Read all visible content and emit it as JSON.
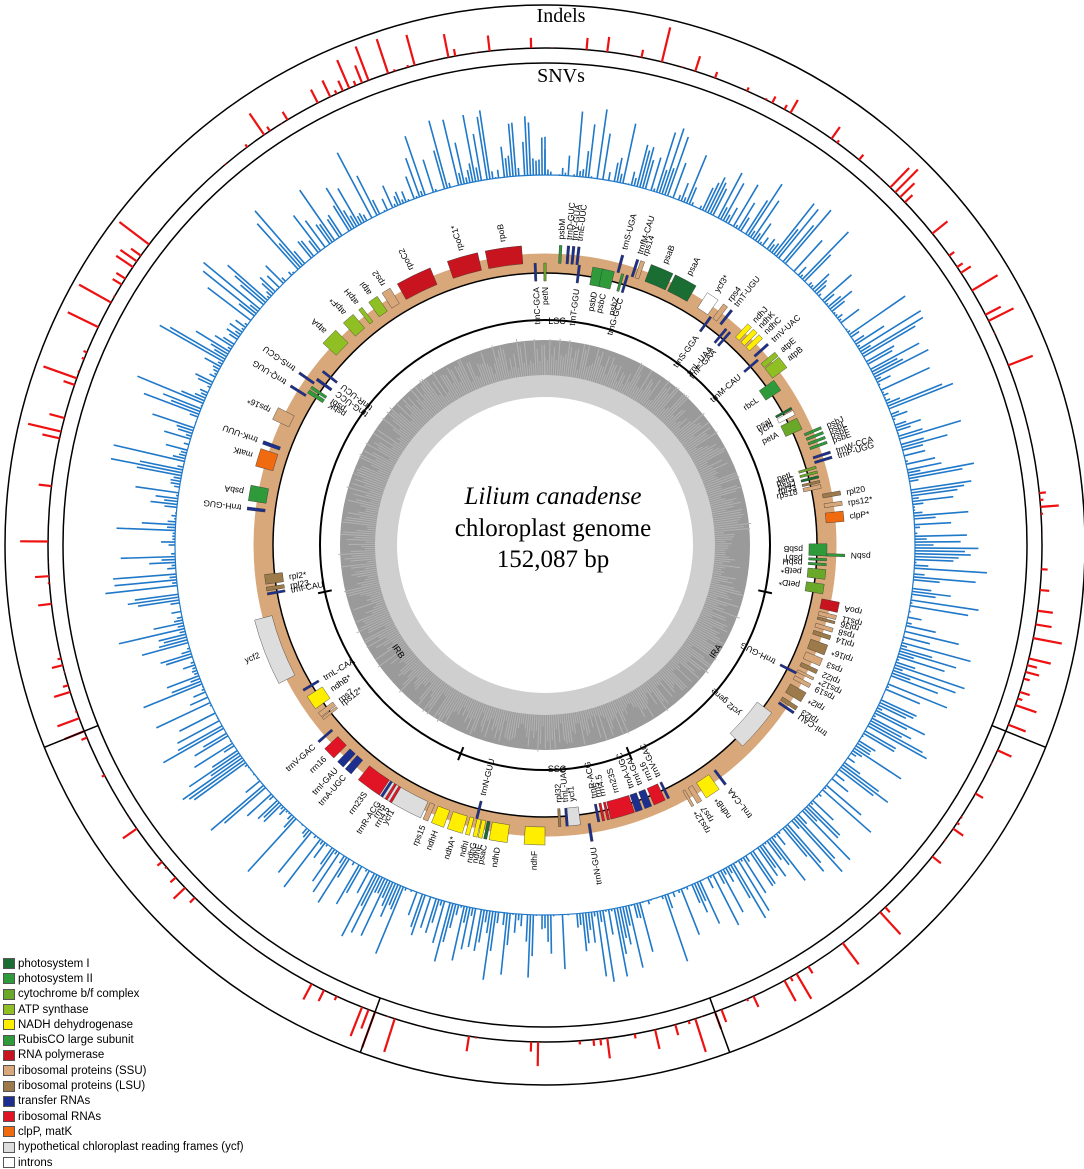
{
  "rings": {
    "indels_label": "Indels",
    "snvs_label": "SNVs",
    "indel_color": "#ee1111",
    "snv_color": "#1f78c8"
  },
  "center": {
    "species": "Lilium canadense",
    "subtitle": "chloroplast genome",
    "size": "152,087 bp"
  },
  "regions": {
    "lsc": "LSC",
    "ira": "IRA",
    "ssc": "SSC",
    "irb": "IRB"
  },
  "genes": [
    {
      "name": "psbA",
      "angle": -80,
      "color": "#2f9a3a",
      "span": 3,
      "out": true
    },
    {
      "name": "trnH-GUG",
      "angle": -83,
      "color": "#1c2f8f",
      "span": 0.6,
      "out": true
    },
    {
      "name": "matK",
      "angle": -73,
      "color": "#f06a10",
      "span": 3.5,
      "out": true
    },
    {
      "name": "trnK-UUU",
      "angle": -70,
      "color": "#1c2f8f",
      "span": 0.7,
      "out": true
    },
    {
      "name": "rps16*",
      "angle": -64,
      "color": "#d9a87a",
      "span": 2.5,
      "out": true
    },
    {
      "name": "trnQ-UUG",
      "angle": -58,
      "color": "#1c2f8f",
      "span": 0.5,
      "out": true
    },
    {
      "name": "trnS-GCU",
      "angle": -55,
      "color": "#1c2f8f",
      "span": 0.5,
      "out": true
    },
    {
      "name": "psbK",
      "angle": -57,
      "color": "#2f9a3a",
      "span": 0.8,
      "out": false
    },
    {
      "name": "psbI",
      "angle": -56,
      "color": "#2f9a3a",
      "span": 0.6,
      "out": false
    },
    {
      "name": "trnG-UCC",
      "angle": -54,
      "color": "#1c2f8f",
      "span": 0.6,
      "out": false
    },
    {
      "name": "trnR-UCU",
      "angle": -52,
      "color": "#1c2f8f",
      "span": 0.5,
      "out": false
    },
    {
      "name": "atpA",
      "angle": -46,
      "color": "#8fbf22",
      "span": 3.5,
      "out": true
    },
    {
      "name": "atpF*",
      "angle": -41,
      "color": "#8fbf22",
      "span": 2.5,
      "out": true
    },
    {
      "name": "atpH",
      "angle": -38,
      "color": "#8fbf22",
      "span": 0.8,
      "out": true
    },
    {
      "name": "atpI",
      "angle": -35,
      "color": "#8fbf22",
      "span": 2,
      "out": true
    },
    {
      "name": "rps2",
      "angle": -32,
      "color": "#d9a87a",
      "span": 1.8,
      "out": true
    },
    {
      "name": "rpoC2",
      "angle": -26,
      "color": "#c8141e",
      "span": 7,
      "out": true
    },
    {
      "name": "rpoC1*",
      "angle": -16,
      "color": "#c8141e",
      "span": 6,
      "out": true
    },
    {
      "name": "rpoB",
      "angle": -8,
      "color": "#c8141e",
      "span": 7,
      "out": true
    },
    {
      "name": "trnC-GCA",
      "angle": -2,
      "color": "#1c2f8f",
      "span": 0.5,
      "out": false
    },
    {
      "name": "petN",
      "angle": 0,
      "color": "#6aa82a",
      "span": 0.5,
      "out": false
    },
    {
      "name": "psbM",
      "angle": 3,
      "color": "#2f9a3a",
      "span": 0.5,
      "out": true
    },
    {
      "name": "trnD-GUC",
      "angle": 4.5,
      "color": "#1c2f8f",
      "span": 0.5,
      "out": true
    },
    {
      "name": "trnY-GUA",
      "angle": 5.5,
      "color": "#1c2f8f",
      "span": 0.5,
      "out": true
    },
    {
      "name": "trnE-UUC",
      "angle": 6.5,
      "color": "#1c2f8f",
      "span": 0.5,
      "out": true
    },
    {
      "name": "trnT-GGU",
      "angle": 7,
      "color": "#1c2f8f",
      "span": 0.5,
      "out": false
    },
    {
      "name": "psbD",
      "angle": 11,
      "color": "#2f9a3a",
      "span": 2.5,
      "out": false
    },
    {
      "name": "psbC",
      "angle": 13,
      "color": "#2f9a3a",
      "span": 2.5,
      "out": false
    },
    {
      "name": "trnS-UGA",
      "angle": 15,
      "color": "#1c2f8f",
      "span": 0.5,
      "out": true
    },
    {
      "name": "psbZ",
      "angle": 16,
      "color": "#2f9a3a",
      "span": 0.5,
      "out": false
    },
    {
      "name": "trnG-GCC",
      "angle": 17,
      "color": "#1c2f8f",
      "span": 0.5,
      "out": false
    },
    {
      "name": "trnfM-CAU",
      "angle": 18,
      "color": "#1c2f8f",
      "span": 0.5,
      "out": true
    },
    {
      "name": "rps14",
      "angle": 19,
      "color": "#d9a87a",
      "span": 0.8,
      "out": true
    },
    {
      "name": "psaB",
      "angle": 23,
      "color": "#1a6d33",
      "span": 4.5,
      "out": true
    },
    {
      "name": "psaA",
      "angle": 28,
      "color": "#1a6d33",
      "span": 4.5,
      "out": true
    },
    {
      "name": "ycf3*",
      "angle": 34,
      "color": "#ffffff",
      "span": 2.5,
      "out": true
    },
    {
      "name": "trnS-GGA",
      "angle": 36,
      "color": "#1c2f8f",
      "span": 0.5,
      "out": false
    },
    {
      "name": "rps4",
      "angle": 37,
      "color": "#d9a87a",
      "span": 1,
      "out": true
    },
    {
      "name": "trnT-UGU",
      "angle": 38.5,
      "color": "#1c2f8f",
      "span": 0.5,
      "out": true
    },
    {
      "name": "trnL-UAA",
      "angle": 40,
      "color": "#1c2f8f",
      "span": 0.5,
      "out": false
    },
    {
      "name": "trnF-GAA",
      "angle": 41,
      "color": "#1c2f8f",
      "span": 0.5,
      "out": false
    },
    {
      "name": "ndhJ",
      "angle": 43,
      "color": "#ffee00",
      "span": 1,
      "out": true
    },
    {
      "name": "ndhK",
      "angle": 44.5,
      "color": "#ffee00",
      "span": 1,
      "out": true
    },
    {
      "name": "ndhC",
      "angle": 46,
      "color": "#ffee00",
      "span": 1,
      "out": true
    },
    {
      "name": "trnV-UAC",
      "angle": 48,
      "color": "#1c2f8f",
      "span": 0.5,
      "out": true
    },
    {
      "name": "trnM-CAU",
      "angle": 49,
      "color": "#1c2f8f",
      "span": 0.5,
      "out": false
    },
    {
      "name": "atpE",
      "angle": 50.5,
      "color": "#8fbf22",
      "span": 1,
      "out": true
    },
    {
      "name": "atpB",
      "angle": 52.5,
      "color": "#8fbf22",
      "span": 2.5,
      "out": true
    },
    {
      "name": "rbcL",
      "angle": 55.5,
      "color": "#2f9a3a",
      "span": 2.5,
      "out": false
    },
    {
      "name": "psaI",
      "angle": 61,
      "color": "#1a6d33",
      "span": 0.5,
      "out": false
    },
    {
      "name": "ycf4",
      "angle": 62,
      "color": "#ffffff",
      "span": 1,
      "out": false
    },
    {
      "name": "petA",
      "angle": 64.5,
      "color": "#6aa82a",
      "span": 2.5,
      "out": false
    },
    {
      "name": "psbJ",
      "angle": 67,
      "color": "#2f9a3a",
      "span": 0.5,
      "out": true
    },
    {
      "name": "psbL",
      "angle": 68,
      "color": "#2f9a3a",
      "span": 0.5,
      "out": true
    },
    {
      "name": "psbF",
      "angle": 69,
      "color": "#2f9a3a",
      "span": 0.5,
      "out": true
    },
    {
      "name": "psbE",
      "angle": 70,
      "color": "#2f9a3a",
      "span": 0.5,
      "out": true
    },
    {
      "name": "trnW-CCA",
      "angle": 72,
      "color": "#1c2f8f",
      "span": 0.5,
      "out": true
    },
    {
      "name": "trnP-UGG",
      "angle": 73,
      "color": "#1c2f8f",
      "span": 0.5,
      "out": true
    },
    {
      "name": "petL",
      "angle": 74,
      "color": "#6aa82a",
      "span": 0.5,
      "out": false
    },
    {
      "name": "petG",
      "angle": 75,
      "color": "#6aa82a",
      "span": 0.5,
      "out": false
    },
    {
      "name": "psaJ",
      "angle": 76,
      "color": "#1a6d33",
      "span": 0.5,
      "out": false
    },
    {
      "name": "rpl33",
      "angle": 77,
      "color": "#9c7a4a",
      "span": 0.5,
      "out": false
    },
    {
      "name": "rps18",
      "angle": 78,
      "color": "#d9a87a",
      "span": 0.8,
      "out": false
    },
    {
      "name": "rpl20",
      "angle": 80,
      "color": "#9c7a4a",
      "span": 0.8,
      "out": true
    },
    {
      "name": "rps12*",
      "angle": 82,
      "color": "#d9a87a",
      "span": 0.8,
      "out": true
    },
    {
      "name": "clpP*",
      "angle": 84.5,
      "color": "#f06a10",
      "span": 2,
      "out": true
    },
    {
      "name": "psbB",
      "angle": 91,
      "color": "#2f9a3a",
      "span": 2.5,
      "out": false
    },
    {
      "name": "psbN",
      "angle": 92,
      "color": "#2f9a3a",
      "span": 0.5,
      "out": true
    },
    {
      "name": "psbT",
      "angle": 93,
      "color": "#2f9a3a",
      "span": 0.5,
      "out": false
    },
    {
      "name": "psbH",
      "angle": 94,
      "color": "#2f9a3a",
      "span": 0.5,
      "out": false
    },
    {
      "name": "petB*",
      "angle": 96,
      "color": "#6aa82a",
      "span": 2,
      "out": false
    },
    {
      "name": "petD*",
      "angle": 99,
      "color": "#6aa82a",
      "span": 2,
      "out": false
    },
    {
      "name": "rpoA",
      "angle": 102,
      "color": "#c8141e",
      "span": 2,
      "out": true
    },
    {
      "name": "rps11",
      "angle": 104,
      "color": "#d9a87a",
      "span": 0.8,
      "out": true
    },
    {
      "name": "rpl36",
      "angle": 105,
      "color": "#9c7a4a",
      "span": 0.5,
      "out": true
    },
    {
      "name": "rps8",
      "angle": 106.5,
      "color": "#d9a87a",
      "span": 0.8,
      "out": true
    },
    {
      "name": "rpl14",
      "angle": 108,
      "color": "#9c7a4a",
      "span": 0.8,
      "out": true
    },
    {
      "name": "rpl16*",
      "angle": 110.5,
      "color": "#9c7a4a",
      "span": 2,
      "out": true
    },
    {
      "name": "rps3",
      "angle": 113,
      "color": "#d9a87a",
      "span": 1.5,
      "out": true
    },
    {
      "name": "rpl22",
      "angle": 115,
      "color": "#9c7a4a",
      "span": 0.8,
      "out": true
    },
    {
      "name": "rps12*",
      "angle": 116.5,
      "color": "#d9a87a",
      "span": 0.5,
      "out": true
    },
    {
      "name": "rps19",
      "angle": 118,
      "color": "#d9a87a",
      "span": 0.8,
      "out": true
    },
    {
      "name": "trnH-GUG",
      "angle": 117,
      "color": "#1c2f8f",
      "span": 0.5,
      "out": false
    },
    {
      "name": "rpl2*",
      "angle": 120.5,
      "color": "#9c7a4a",
      "span": 2,
      "out": true
    },
    {
      "name": "rpl23",
      "angle": 123,
      "color": "#9c7a4a",
      "span": 0.8,
      "out": true
    },
    {
      "name": "trnI-CAU",
      "angle": 124,
      "color": "#1c2f8f",
      "span": 0.5,
      "out": true
    },
    {
      "name": "ycf2 gene",
      "angle": 131,
      "color": "#dddddd",
      "span": 9,
      "out": false
    },
    {
      "name": "trnL-CAA",
      "angle": 143,
      "color": "#1c2f8f",
      "span": 0.5,
      "out": true
    },
    {
      "name": "ndhB*",
      "angle": 146,
      "color": "#ffee00",
      "span": 3,
      "out": true
    },
    {
      "name": "rps7",
      "angle": 149,
      "color": "#d9a87a",
      "span": 1,
      "out": true
    },
    {
      "name": "rps12*",
      "angle": 150.5,
      "color": "#d9a87a",
      "span": 0.5,
      "out": true
    },
    {
      "name": "trnV-GAC",
      "angle": 154,
      "color": "#1c2f8f",
      "span": 0.5,
      "out": false
    },
    {
      "name": "rrn16",
      "angle": 156,
      "color": "#e01424",
      "span": 2.5,
      "out": false
    },
    {
      "name": "trnI-GAU",
      "angle": 158.5,
      "color": "#1c2f8f",
      "span": 1.5,
      "out": false
    },
    {
      "name": "trnA-UGC",
      "angle": 160.5,
      "color": "#1c2f8f",
      "span": 1.5,
      "out": false
    },
    {
      "name": "rrn23S",
      "angle": 164,
      "color": "#e01424",
      "span": 5,
      "out": false
    },
    {
      "name": "rrn4.5",
      "angle": 167,
      "color": "#e01424",
      "span": 0.5,
      "out": false
    },
    {
      "name": "rrn5",
      "angle": 168,
      "color": "#e01424",
      "span": 0.5,
      "out": false
    },
    {
      "name": "trnR-ACG",
      "angle": 169,
      "color": "#1c2f8f",
      "span": 0.5,
      "out": false
    },
    {
      "name": "trnN-GUU",
      "angle": 171,
      "color": "#1c2f8f",
      "span": 0.5,
      "out": true
    },
    {
      "name": "ycf1",
      "angle": 174,
      "color": "#dddddd",
      "span": 2.5,
      "out": false
    },
    {
      "name": "trnL-UAG",
      "angle": 175.5,
      "color": "#1c2f8f",
      "span": 0.5,
      "out": false
    },
    {
      "name": "rpl32",
      "angle": 177,
      "color": "#9c7a4a",
      "span": 0.5,
      "out": false
    },
    {
      "name": "ndhF",
      "angle": 182,
      "color": "#ffee00",
      "span": 4,
      "out": true
    },
    {
      "name": "ndhD",
      "angle": 189,
      "color": "#ffee00",
      "span": 3.5,
      "out": true
    },
    {
      "name": "psaC",
      "angle": 191.5,
      "color": "#1a6d33",
      "span": 0.6,
      "out": true
    },
    {
      "name": "ndhE",
      "angle": 192.5,
      "color": "#ffee00",
      "span": 0.8,
      "out": true
    },
    {
      "name": "ndhG",
      "angle": 193.5,
      "color": "#ffee00",
      "span": 0.8,
      "out": true
    },
    {
      "name": "ndhI",
      "angle": 195,
      "color": "#ffee00",
      "span": 0.8,
      "out": true
    },
    {
      "name": "ndhA*",
      "angle": 197.5,
      "color": "#ffee00",
      "span": 3,
      "out": true
    },
    {
      "name": "ndhH",
      "angle": 201,
      "color": "#ffee00",
      "span": 2.5,
      "out": true
    },
    {
      "name": "rps15",
      "angle": 203.5,
      "color": "#d9a87a",
      "span": 1,
      "out": true
    },
    {
      "name": "ycf1",
      "angle": 210,
      "color": "#dddddd",
      "span": 11,
      "out": true
    },
    {
      "name": "trnN-GUU",
      "angle": 194,
      "color": "#1c2f8f",
      "span": 0.5,
      "out": false
    },
    {
      "name": "rrn4.5",
      "angle": 211,
      "color": "#e01424",
      "span": 0.5,
      "out": true
    },
    {
      "name": "rrn5",
      "angle": 212,
      "color": "#e01424",
      "span": 0.5,
      "out": true
    },
    {
      "name": "trnR-ACG",
      "angle": 213,
      "color": "#1c2f8f",
      "span": 0.5,
      "out": true
    },
    {
      "name": "rrn23S",
      "angle": 216,
      "color": "#e01424",
      "span": 5,
      "out": true
    },
    {
      "name": "trnA-UGC",
      "angle": 221,
      "color": "#1c2f8f",
      "span": 1.5,
      "out": true
    },
    {
      "name": "trnI-GAU",
      "angle": 223,
      "color": "#1c2f8f",
      "span": 1.5,
      "out": true
    },
    {
      "name": "rrn16",
      "angle": 226,
      "color": "#e01424",
      "span": 2.5,
      "out": true
    },
    {
      "name": "trnV-GAC",
      "angle": 229,
      "color": "#1c2f8f",
      "span": 0.5,
      "out": true
    },
    {
      "name": "rps12*",
      "angle": 232,
      "color": "#d9a87a",
      "span": 0.5,
      "out": false
    },
    {
      "name": "rps7",
      "angle": 233,
      "color": "#d9a87a",
      "span": 1,
      "out": false
    },
    {
      "name": "ndhB*",
      "angle": 236,
      "color": "#ffee00",
      "span": 3,
      "out": false
    },
    {
      "name": "trnL-CAA",
      "angle": 239,
      "color": "#1c2f8f",
      "span": 0.5,
      "out": false
    },
    {
      "name": "ycf2",
      "angle": 249,
      "color": "#dddddd",
      "span": 13,
      "out": true
    },
    {
      "name": "trnI-CAU",
      "angle": 260,
      "color": "#1c2f8f",
      "span": 0.5,
      "out": false
    },
    {
      "name": "rpl23",
      "angle": 261,
      "color": "#9c7a4a",
      "span": 0.8,
      "out": false
    },
    {
      "name": "rpl2*",
      "angle": 263,
      "color": "#9c7a4a",
      "span": 2,
      "out": false
    }
  ],
  "legend": [
    {
      "label": "photosystem I",
      "color": "#1a6d33"
    },
    {
      "label": "photosystem II",
      "color": "#2f9a3a"
    },
    {
      "label": "cytochrome b/f complex",
      "color": "#6aa82a"
    },
    {
      "label": "ATP synthase",
      "color": "#8fbf22"
    },
    {
      "label": "NADH dehydrogenase",
      "color": "#ffee00"
    },
    {
      "label": "RubisCO large subunit",
      "color": "#2f9a3a"
    },
    {
      "label": "RNA polymerase",
      "color": "#c8141e"
    },
    {
      "label": "ribosomal proteins (SSU)",
      "color": "#d9a87a"
    },
    {
      "label": "ribosomal proteins (LSU)",
      "color": "#9c7a4a"
    },
    {
      "label": "transfer RNAs",
      "color": "#1c2f8f"
    },
    {
      "label": "ribosomal RNAs",
      "color": "#e01424"
    },
    {
      "label": "clpP, matK",
      "color": "#f06a10"
    },
    {
      "label": "hypothetical chloroplast reading frames (ycf)",
      "color": "#dddddd"
    },
    {
      "label": "introns",
      "color": "#ffffff"
    }
  ]
}
